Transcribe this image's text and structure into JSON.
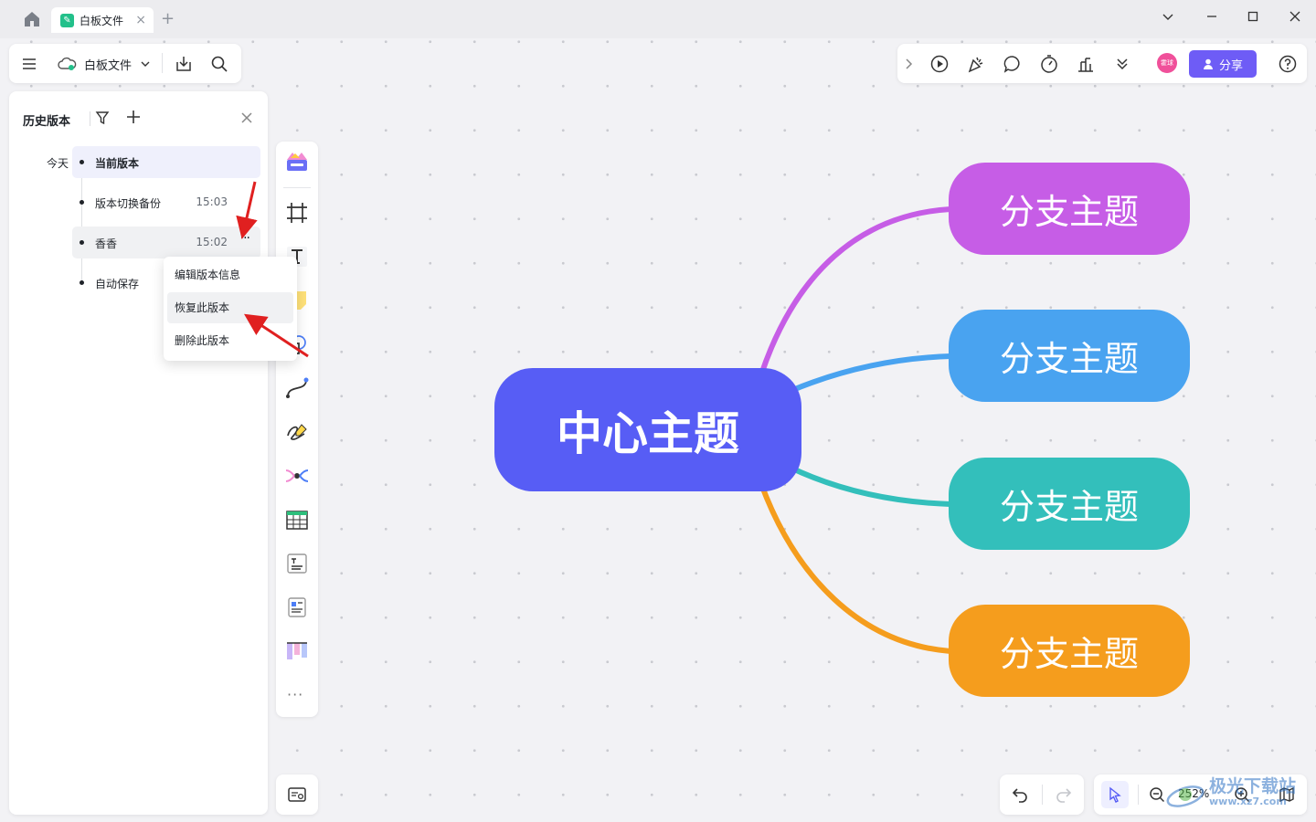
{
  "tab": {
    "title": "白板文件",
    "close": "×",
    "add": "+"
  },
  "window": {
    "min": "—",
    "max": "☐",
    "close": "✕",
    "dropdown": "⌄"
  },
  "toolbar_left": {
    "file_name": "白板文件"
  },
  "toolbar_right": {
    "avatar_text": "霍球",
    "share_label": "分享"
  },
  "history": {
    "title": "历史版本",
    "day_label": "今天",
    "versions": [
      {
        "name": "当前版本",
        "time": ""
      },
      {
        "name": "版本切换备份",
        "time": "15:03"
      },
      {
        "name": "香香",
        "time": "15:02",
        "more": "···"
      },
      {
        "name": "自动保存",
        "time": ""
      }
    ]
  },
  "context_menu": {
    "items": [
      "编辑版本信息",
      "恢复此版本",
      "删除此版本"
    ]
  },
  "vertical_toolbar": {
    "more": "···"
  },
  "zoom": {
    "value": "252%"
  },
  "mindmap": {
    "center": {
      "text": "中心主题",
      "color": "#575df5"
    },
    "branches": [
      {
        "text": "分支主题",
        "color": "#c65de6"
      },
      {
        "text": "分支主题",
        "color": "#49a3f0"
      },
      {
        "text": "分支主题",
        "color": "#33bfbb"
      },
      {
        "text": "分支主题",
        "color": "#f59d1d"
      }
    ]
  },
  "watermark": {
    "title": "极光下载站",
    "url": "www.xz7.com"
  },
  "colors": {
    "accent": "#6e5cf6",
    "annotation_arrow": "#e02020"
  }
}
